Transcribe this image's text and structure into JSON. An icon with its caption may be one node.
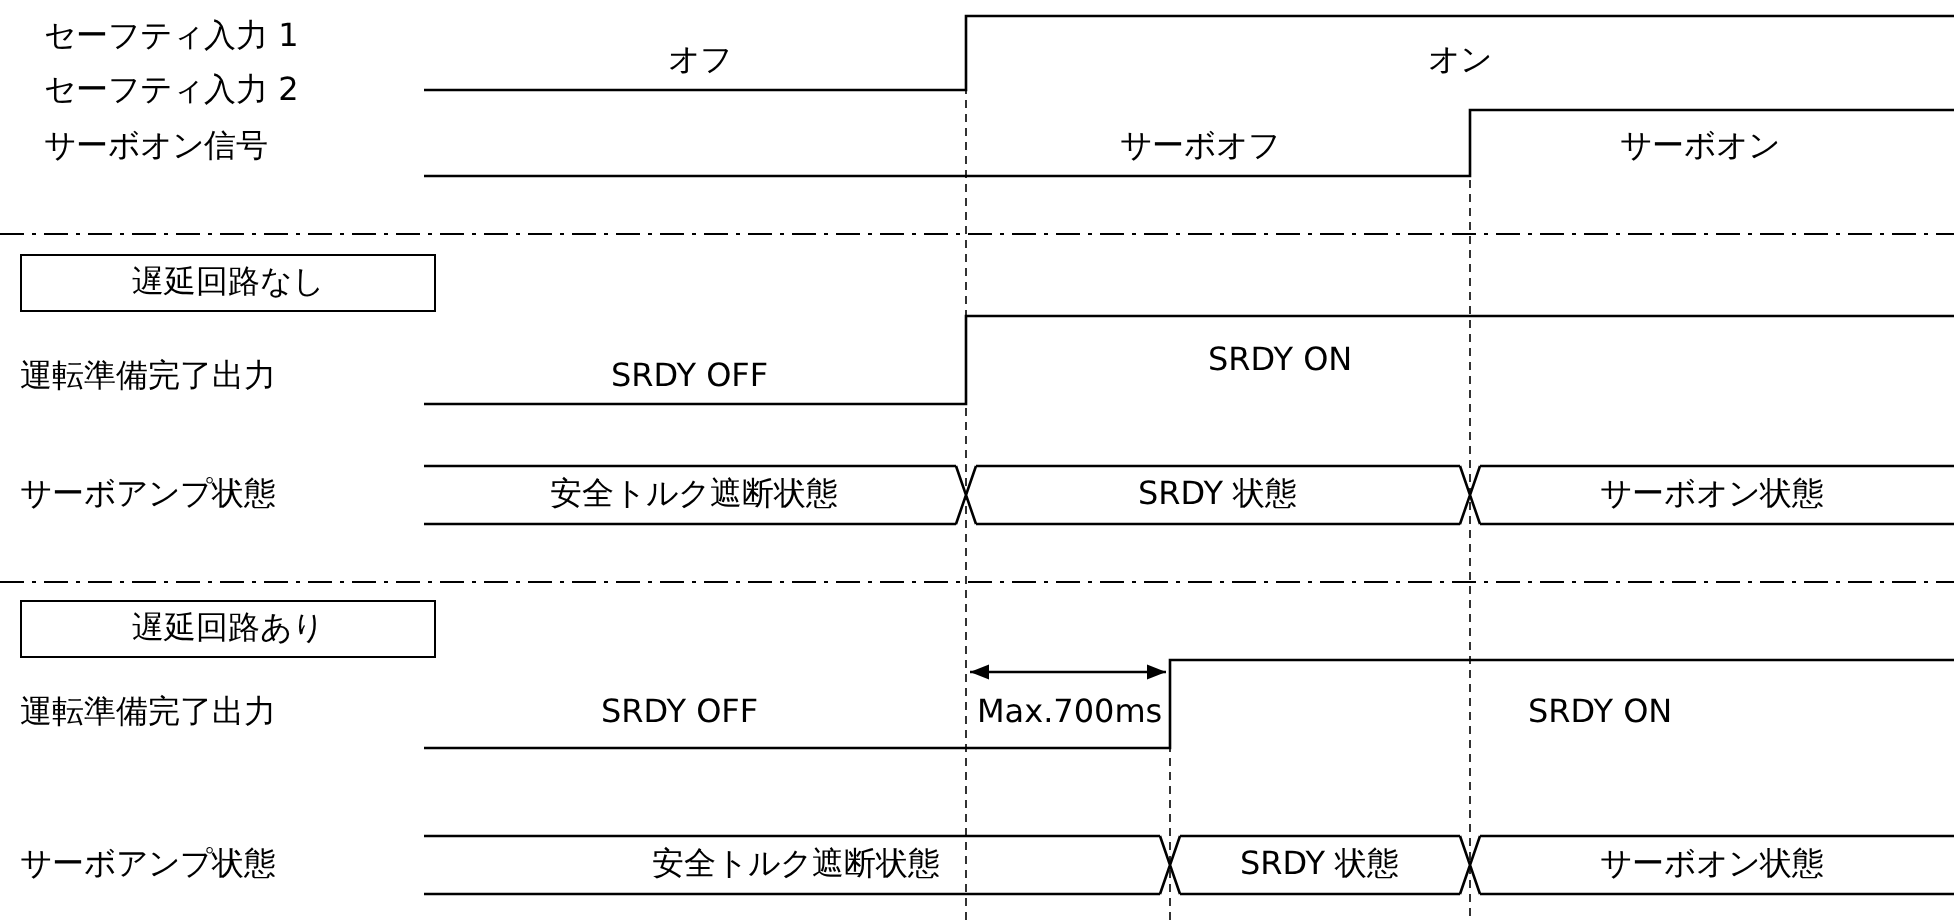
{
  "diagram": {
    "nodes": [
      {
        "text": [
          "遅延回路なし"
        ]
      },
      {
        "text": [
          "遅延回路あり"
        ]
      }
    ],
    "edges": [],
    "labels": [
      "セーフティ入力 1",
      "セーフティ入力 2",
      "オフ",
      "オン",
      "サーボオン信号",
      "サーボオフ",
      "サーボオン",
      "運転準備完了出力",
      "SRDY OFF",
      "SRDY ON",
      "サーボアンプ状態",
      "安全トルク遮断状態",
      "SRDY 状態",
      "サーボオン状態",
      "運転準備完了出力",
      "SRDY OFF",
      "Max.700ms",
      "SRDY ON",
      "サーボアンプ状態",
      "安全トルク遮断状態",
      "SRDY 状態",
      "サーボオン状態"
    ]
  }
}
